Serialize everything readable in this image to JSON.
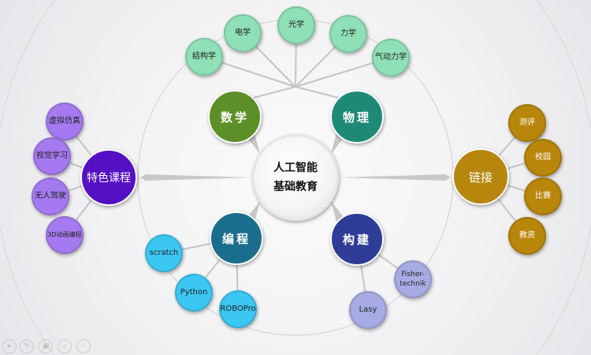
{
  "center": {
    "line1": "人工智能",
    "line2": "基础教育"
  },
  "math": {
    "label": "数学",
    "color": "#5d8f28",
    "children": [
      "电学",
      "光学",
      "力学",
      "气动力学",
      "结构学"
    ]
  },
  "physics": {
    "label": "物理",
    "color": "#1e8a76"
  },
  "programming": {
    "label": "编程",
    "color": "#1a6d8c",
    "children": [
      "scratch",
      "Python",
      "ROBOPro"
    ]
  },
  "construction": {
    "label": "构建",
    "color": "#2f3d98",
    "children": [
      "Fisher-technik",
      "Lasy"
    ]
  },
  "special": {
    "label": "特色课程",
    "color": "#5510c4",
    "children": [
      "虚拟仿真",
      "视觉学习",
      "无人驾驶",
      "3D动画编程"
    ]
  },
  "links": {
    "label": "链接",
    "color": "#b7860c",
    "children": [
      "测评",
      "校园",
      "比赛",
      "教资"
    ]
  },
  "toolbar": [
    "play-icon",
    "pen-icon",
    "screen-icon",
    "zoom-icon",
    "more-icon"
  ]
}
